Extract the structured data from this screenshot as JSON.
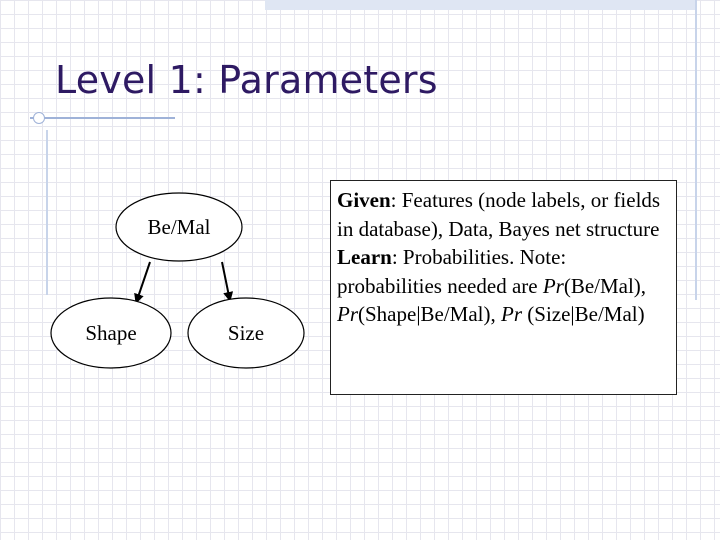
{
  "slide": {
    "title": "Level 1: Parameters"
  },
  "diagram": {
    "nodes": [
      {
        "id": "be-mal",
        "label": "Be/Mal"
      },
      {
        "id": "shape",
        "label": "Shape"
      },
      {
        "id": "size",
        "label": "Size"
      }
    ],
    "edges": [
      {
        "from": "be-mal",
        "to": "shape"
      },
      {
        "from": "be-mal",
        "to": "size"
      }
    ]
  },
  "textbox": {
    "given_label": "Given",
    "given_text": ": Features (node labels, or fields in database), Data, Bayes net structure",
    "learn_label": "Learn",
    "learn_text": ": Probabilities.  Note: probabilities needed are ",
    "pr1_label": "Pr",
    "pr1_arg": "(Be/Mal), ",
    "pr2_label": "Pr",
    "pr2_arg": "(Shape|Be/Mal), ",
    "pr3_label": "Pr",
    "pr3_arg": " (Size|Be/Mal)"
  },
  "colors": {
    "title": "#2e1a63",
    "accent_line": "#9fb2d8",
    "grid": "#e6e6ee"
  }
}
